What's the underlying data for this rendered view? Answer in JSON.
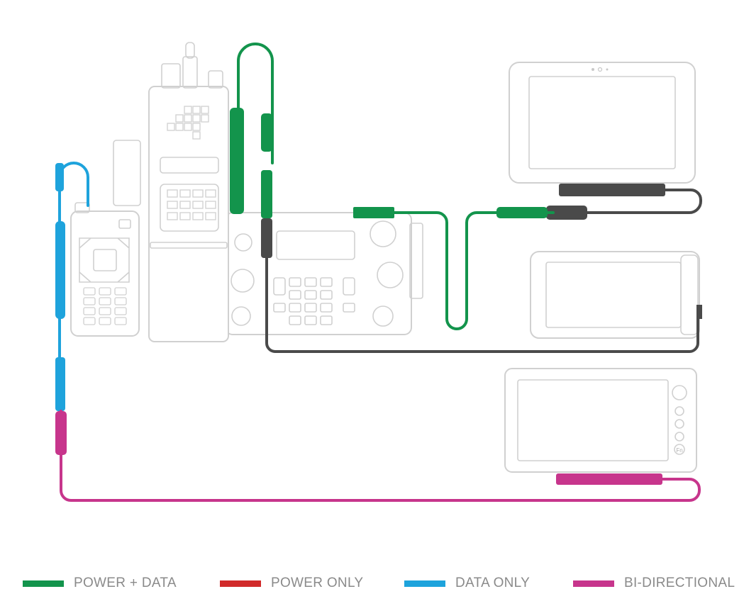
{
  "colors": {
    "power_data": "#13944c",
    "power_only": "#d12a2a",
    "data_only": "#1ea3dc",
    "bi_directional": "#c7358c",
    "host_cable": "#4a4a4a",
    "device_outline": "#d0d0d0"
  },
  "legend": [
    {
      "label": "POWER + DATA",
      "color": "#13944c"
    },
    {
      "label": "POWER ONLY",
      "color": "#d12a2a"
    },
    {
      "label": "DATA ONLY",
      "color": "#1ea3dc"
    },
    {
      "label": "BI-DIRECTIONAL",
      "color": "#c7358c"
    }
  ],
  "devices": {
    "tablet_large": {
      "icon": "tablet-icon"
    },
    "tablet_rugged": {
      "icon": "tablet-icon"
    },
    "tablet_handheld": {
      "icon": "handheld-computer-icon"
    },
    "manpack_radio": {
      "icon": "radio-icon"
    },
    "handheld_radio": {
      "icon": "radio-icon"
    },
    "vehicle_amplifier": {
      "icon": "amplifier-icon"
    }
  },
  "handheld_tablet_button_label": "Fn"
}
